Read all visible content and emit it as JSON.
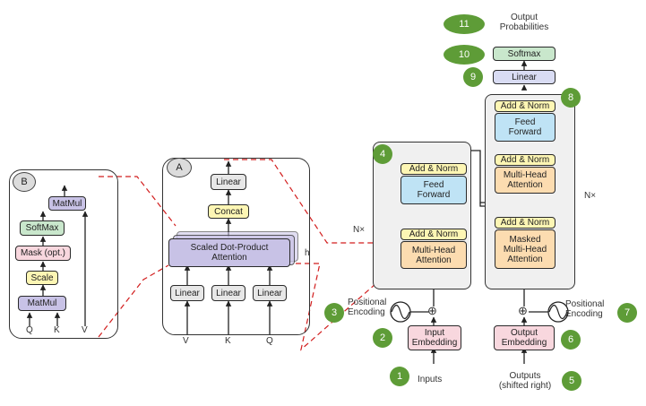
{
  "panel_b": {
    "badge": "B",
    "blocks": {
      "matmul_top": "MatMul",
      "softmax": "SoftMax",
      "mask": "Mask (opt.)",
      "scale": "Scale",
      "matmul_bottom": "MatMul"
    },
    "inputs": {
      "q": "Q",
      "k": "K",
      "v": "V"
    }
  },
  "panel_a": {
    "badge": "A",
    "blocks": {
      "linear_top": "Linear",
      "concat": "Concat",
      "attention": "Scaled Dot-Product\nAttention",
      "linear_v": "Linear",
      "linear_k": "Linear",
      "linear_q": "Linear"
    },
    "h_label": "h",
    "inputs": {
      "v": "V",
      "k": "K",
      "q": "Q"
    }
  },
  "encoder": {
    "nx": "N×",
    "blocks": {
      "add_norm_top": "Add & Norm",
      "feed_forward": "Feed\nForward",
      "add_norm_bottom": "Add & Norm",
      "multi_head": "Multi-Head\nAttention",
      "input_embedding": "Input\nEmbedding"
    },
    "positional_encoding": "Positional\nEncoding",
    "inputs_label": "Inputs"
  },
  "decoder": {
    "nx": "N×",
    "blocks": {
      "add_norm_top": "Add & Norm",
      "feed_forward": "Feed\nForward",
      "add_norm_mid": "Add & Norm",
      "multi_head": "Multi-Head\nAttention",
      "add_norm_bottom": "Add & Norm",
      "masked_multi_head": "Masked\nMulti-Head\nAttention",
      "output_embedding": "Output\nEmbedding"
    },
    "positional_encoding": "Positional\nEncoding",
    "outputs_label": "Outputs\n(shifted right)"
  },
  "head": {
    "linear": "Linear",
    "softmax": "Softmax",
    "output_probabilities": "Output\nProbabilities"
  },
  "badges": [
    "1",
    "2",
    "3",
    "4",
    "5",
    "6",
    "7",
    "8",
    "9",
    "10",
    "11"
  ],
  "plus_symbol": "⊕"
}
